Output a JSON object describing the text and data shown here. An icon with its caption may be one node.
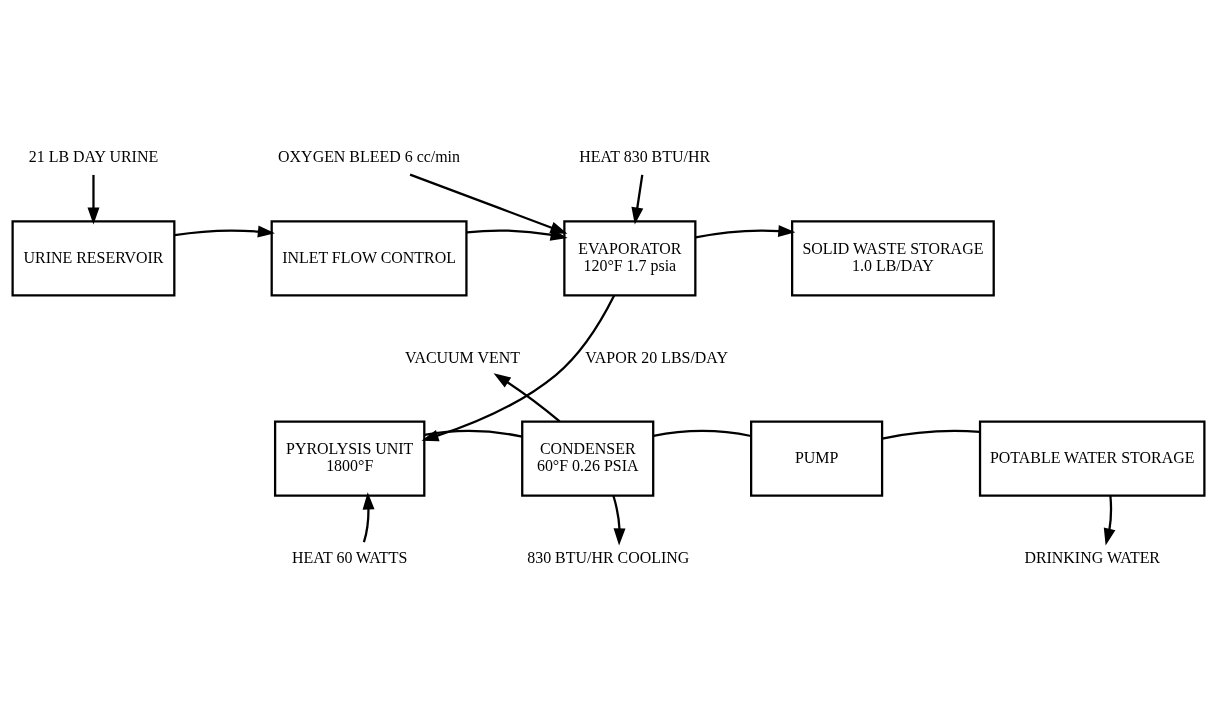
{
  "diagram": {
    "nodes": [
      {
        "text": [
          "21 LB DAY URINE"
        ]
      },
      {
        "text": [
          "OXYGEN BLEED 6 cc/min"
        ]
      },
      {
        "text": [
          "HEAT 830 BTU/HR"
        ]
      },
      {
        "text": [
          "URINE RESERVOIR"
        ]
      },
      {
        "text": [
          "INLET FLOW CONTROL"
        ]
      },
      {
        "text": [
          "EVAPORATOR",
          "120°F 1.7 psia"
        ]
      },
      {
        "text": [
          "SOLID WASTE STORAGE",
          "1.0 LB/DAY"
        ]
      },
      {
        "text": [
          "VACUUM VENT"
        ]
      },
      {
        "text": [
          "PYROLYSIS UNIT",
          "1800°F"
        ]
      },
      {
        "text": [
          "CONDENSER",
          "60°F 0.26 PSIA"
        ]
      },
      {
        "text": [
          "PUMP"
        ]
      },
      {
        "text": [
          "POTABLE WATER STORAGE"
        ]
      },
      {
        "text": [
          "HEAT 60 WATTS"
        ]
      },
      {
        "text": [
          "830 BTU/HR COOLING"
        ]
      },
      {
        "text": [
          "DRINKING WATER"
        ]
      }
    ],
    "edges": [
      {
        "from": 0,
        "to": 3,
        "arrow": "to"
      },
      {
        "from": 3,
        "to": 4,
        "arrow": "to"
      },
      {
        "from": 4,
        "to": 5,
        "arrow": "to"
      },
      {
        "from": 1,
        "to": 5,
        "arrow": "to"
      },
      {
        "from": 2,
        "to": 5,
        "arrow": "to"
      },
      {
        "from": 5,
        "to": 6,
        "arrow": "to"
      },
      {
        "from": 5,
        "to": 8,
        "arrow": "to",
        "label": "VAPOR 20 LBS/DAY"
      },
      {
        "from": 8,
        "to": 9,
        "arrow": "none"
      },
      {
        "from": 12,
        "to": 8,
        "arrow": "to"
      },
      {
        "from": 9,
        "to": 7,
        "arrow": "to"
      },
      {
        "from": 9,
        "to": 13,
        "arrow": "to"
      },
      {
        "from": 9,
        "to": 10,
        "arrow": "none"
      },
      {
        "from": 10,
        "to": 11,
        "arrow": "none"
      },
      {
        "from": 11,
        "to": 14,
        "arrow": "to"
      }
    ]
  }
}
